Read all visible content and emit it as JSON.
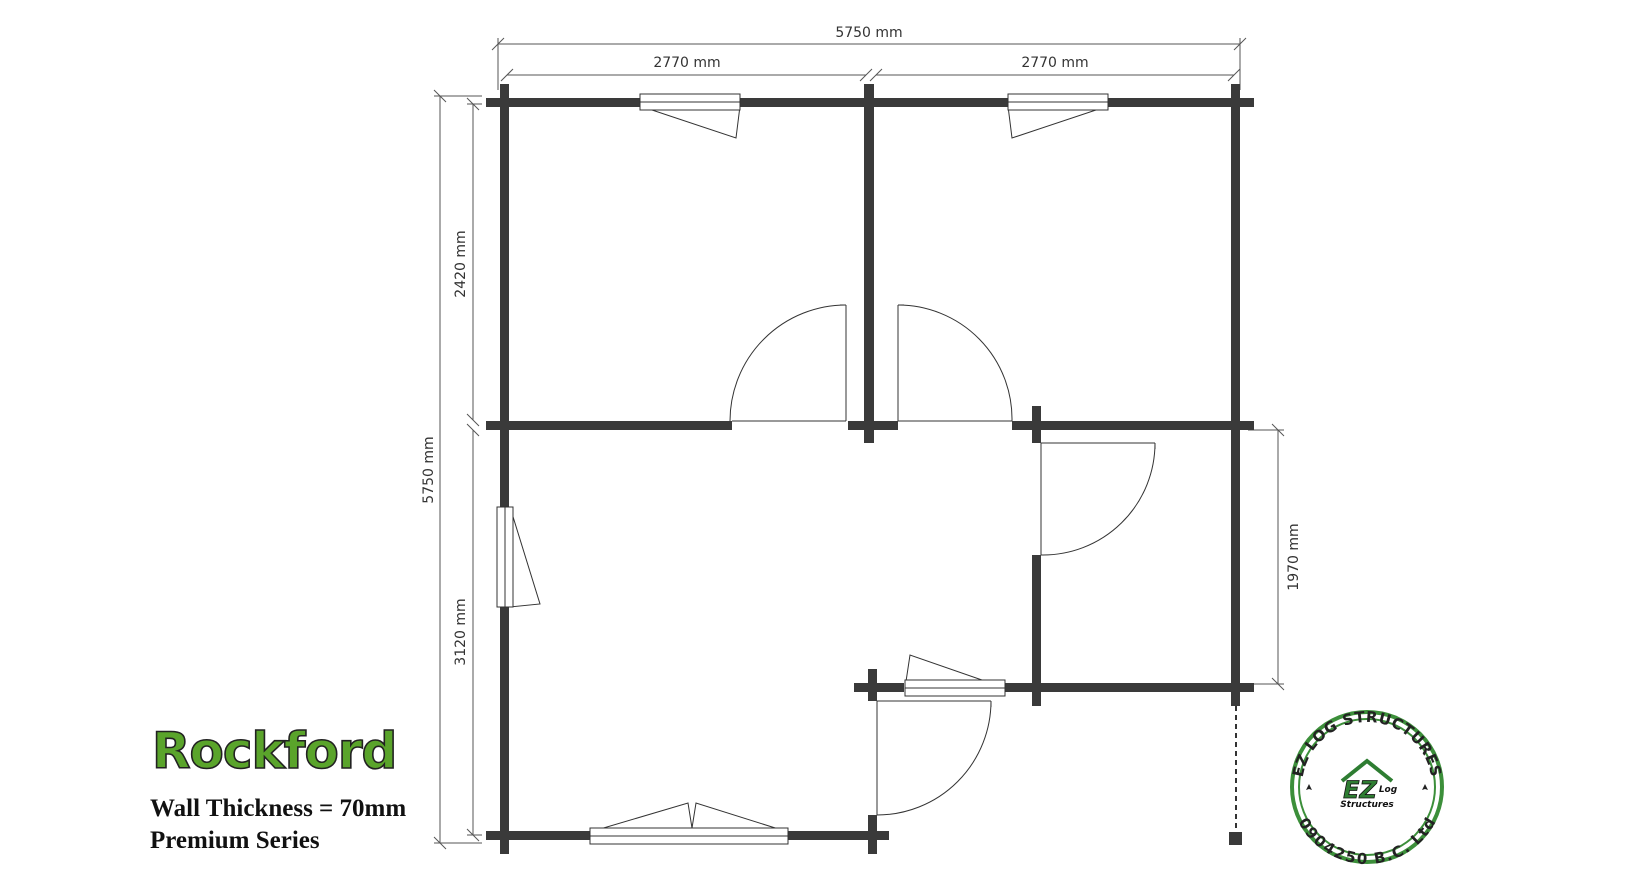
{
  "plan": {
    "name": "Rockford",
    "wall_thickness": "Wall Thickness = 70mm",
    "series": "Premium Series"
  },
  "dimensions": {
    "overall_width": "5750 mm",
    "left_room_width": "2770 mm",
    "right_room_width": "2770 mm",
    "overall_depth": "5750 mm",
    "upper_rooms_depth": "2420 mm",
    "lower_room_depth": "3120 mm",
    "side_room_depth": "1970 mm"
  },
  "logo": {
    "company": "EZ LOG STRUCTURES",
    "registration": "0904250 B.C. Ltd",
    "mark": "EZ",
    "mark_sub": "Log",
    "mark_word": "Structures",
    "ring_color": "#3c8f3a",
    "accent_color": "#2e7d32"
  },
  "colors": {
    "walls": "#3a3a3a",
    "title_fill": "#5aa42b"
  }
}
